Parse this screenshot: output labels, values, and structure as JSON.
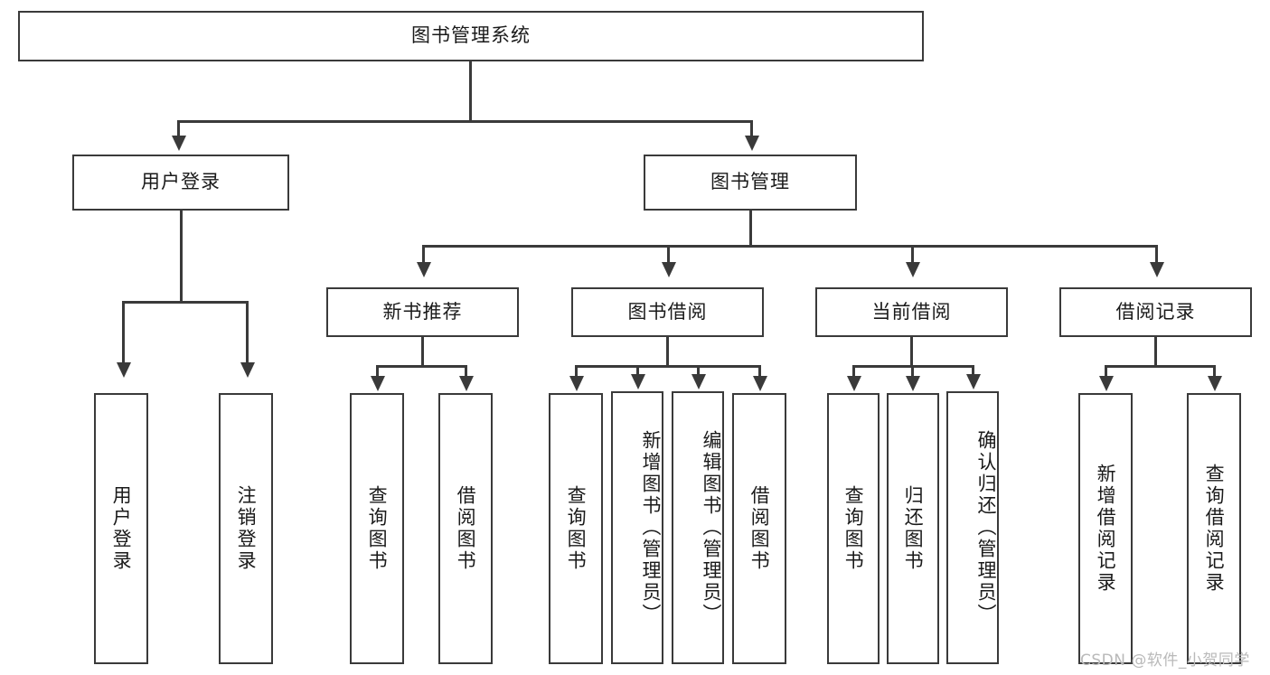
{
  "diagram": {
    "type": "tree-hierarchy",
    "title": "图书管理系统",
    "root": {
      "label": "图书管理系统",
      "orientation": "horizontal"
    },
    "level2": [
      {
        "label": "用户登录",
        "orientation": "horizontal"
      },
      {
        "label": "图书管理",
        "orientation": "horizontal"
      }
    ],
    "level3": [
      {
        "label": "新书推荐",
        "orientation": "horizontal",
        "parent": "图书管理"
      },
      {
        "label": "图书借阅",
        "orientation": "horizontal",
        "parent": "图书管理"
      },
      {
        "label": "当前借阅",
        "orientation": "horizontal",
        "parent": "图书管理"
      },
      {
        "label": "借阅记录",
        "orientation": "horizontal",
        "parent": "图书管理"
      }
    ],
    "leaves": {
      "user_login": [
        {
          "label": "用户登录",
          "orientation": "vertical"
        },
        {
          "label": "注销登录",
          "orientation": "vertical"
        }
      ],
      "new_book_recommend": [
        {
          "label": "查询图书",
          "orientation": "vertical"
        },
        {
          "label": "借阅图书",
          "orientation": "vertical"
        }
      ],
      "book_borrow": [
        {
          "label": "查询图书",
          "orientation": "vertical"
        },
        {
          "label": "新增图书（管理员）",
          "orientation": "vertical"
        },
        {
          "label": "编辑图书（管理员）",
          "orientation": "vertical"
        },
        {
          "label": "借阅图书",
          "orientation": "vertical"
        }
      ],
      "current_borrow": [
        {
          "label": "查询图书",
          "orientation": "vertical"
        },
        {
          "label": "归还图书",
          "orientation": "vertical"
        },
        {
          "label": "确认归还（管理员）",
          "orientation": "vertical"
        }
      ],
      "borrow_record": [
        {
          "label": "新增借阅记录",
          "orientation": "vertical"
        },
        {
          "label": "查询借阅记录",
          "orientation": "vertical"
        }
      ]
    }
  },
  "watermark": {
    "text": "CSDN @软件_小贺同学"
  },
  "colors": {
    "stroke": "#3a3a3a",
    "background": "#ffffff",
    "text": "#1a1a1a",
    "watermark": "#b9b9b9"
  }
}
